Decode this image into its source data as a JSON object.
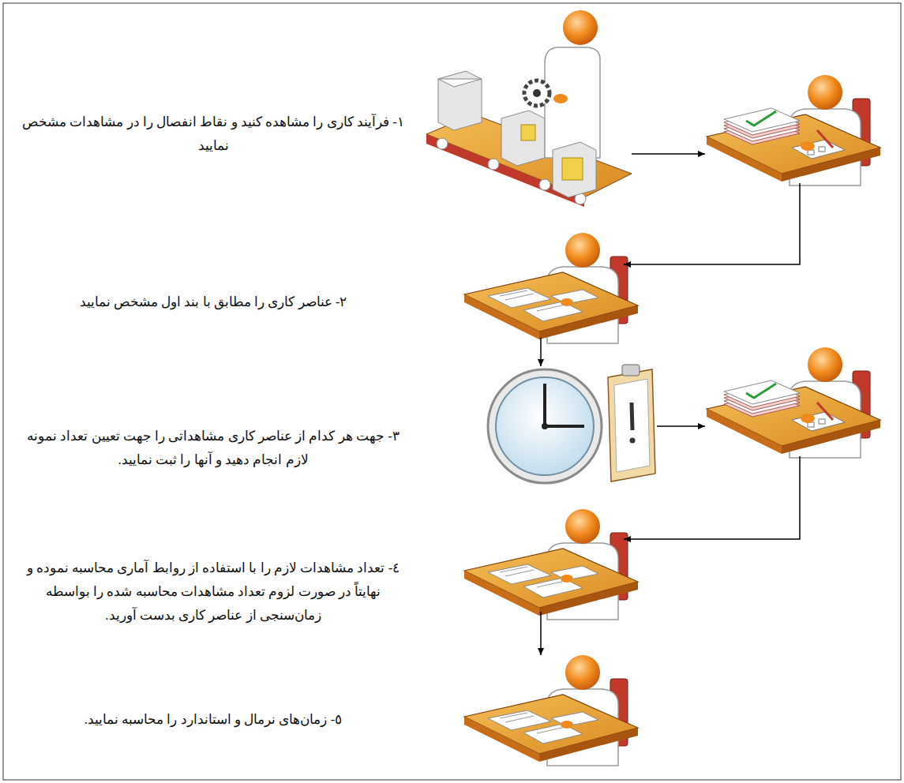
{
  "diagram": {
    "labels": [
      "١- فرآیند کاری را مشاهده کنید و نقاط انفصال را در مشاهدات مشخص نمایید",
      "٢- عناصر کاری را مطابق با بند اول مشخص نمایید",
      "٣- جهت هر کدام از عناصر کاری مشاهداتی را جهت تعیین تعداد نمونه لازم انجام دهید و آنها را ثبت نمایید.",
      "٤- تعداد مشاهدات لازم را با استفاده از روابط آماری محاسبه نموده و نهایتاً در صورت لزوم تعداد مشاهدات محاسبه شده را بواسطه زمان‌سنجی از عناصر کاری بدست آورید.",
      "٥- زمان‌های نرمال و استاندارد را محاسبه نمایید."
    ]
  }
}
